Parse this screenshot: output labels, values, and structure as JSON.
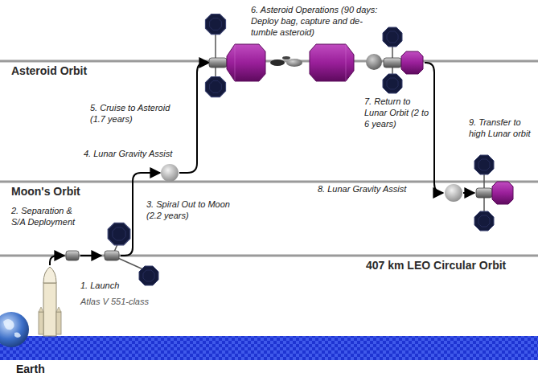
{
  "diagram": {
    "labels": [
      "6. Asteroid Operations (90 days: Deploy bag, capture and de-tumble asteroid)",
      "Asteroid Orbit",
      "5. Cruise to Asteroid (1.7 years)",
      "7. Return to Lunar Orbit (2 to 6 years)",
      "9. Transfer to high Lunar orbit",
      "4. Lunar Gravity Assist",
      "Moon's Orbit",
      "8. Lunar Gravity Assist",
      "3. Spiral Out to Moon (2.2 years)",
      "2. Separation & S/A Deployment",
      "407 km LEO Circular Orbit",
      "1. Launch",
      "Atlas V 551-class",
      "Earth"
    ]
  }
}
